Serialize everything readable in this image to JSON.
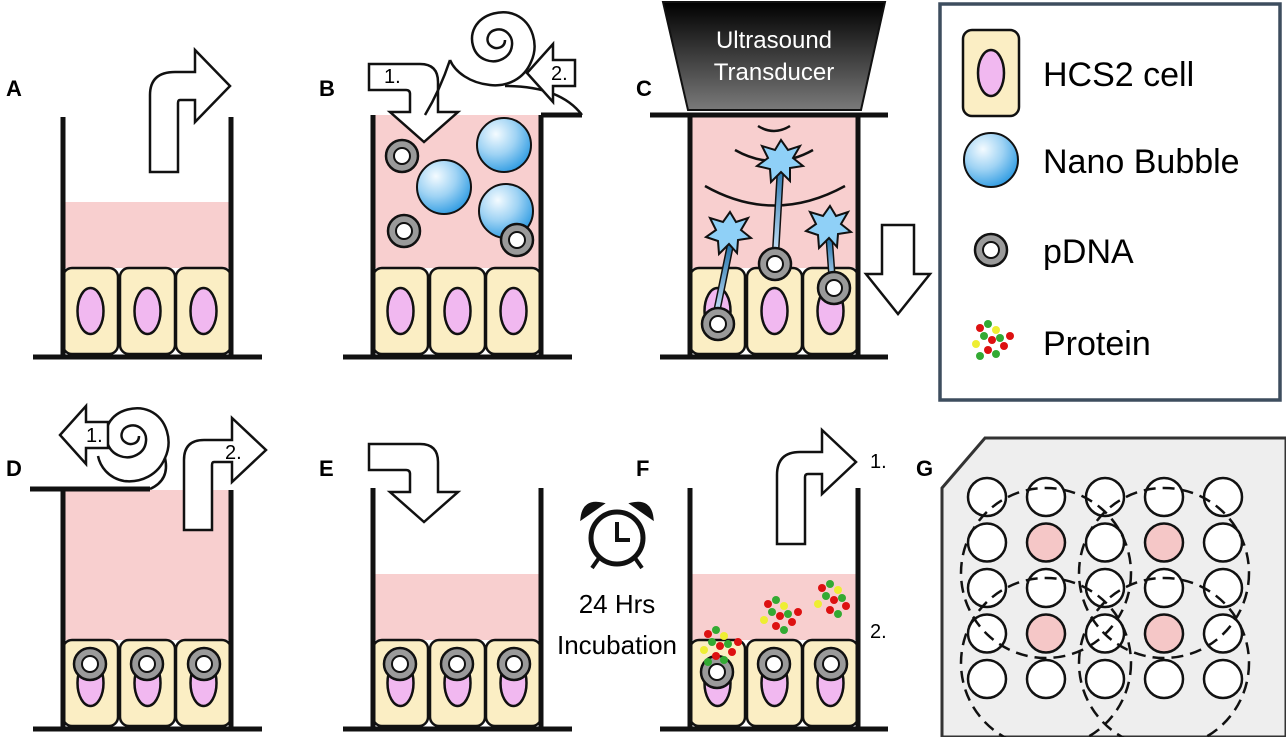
{
  "panels": {
    "A": "A",
    "B": "B",
    "C": "C",
    "D": "D",
    "E": "E",
    "F": "F",
    "G": "G"
  },
  "step_labels": {
    "b1": "1.",
    "b2": "2.",
    "d1": "1.",
    "d2": "2.",
    "f1": "1.",
    "f2": "2."
  },
  "transducer": {
    "line1": "Ultrasound",
    "line2": "Transducer"
  },
  "incubation": {
    "line1": "24 Hrs",
    "line2": "Incubation"
  },
  "legend": {
    "items": [
      {
        "icon": "hcs2-cell-icon",
        "label": "HCS2 cell"
      },
      {
        "icon": "nano-bubble-icon",
        "label": "Nano Bubble"
      },
      {
        "icon": "pdna-icon",
        "label": "pDNA"
      },
      {
        "icon": "protein-icon",
        "label": "Protein"
      }
    ]
  },
  "colors": {
    "medium": "#f8cfcf",
    "cell": "#fbeec4",
    "nucleus": "#f1b8f0",
    "bubble_light": "#e8f4fd",
    "bubble_dark": "#3aa6e6",
    "legend_border": "#3d4d5e",
    "plate": "#eeeeee",
    "plate_well_pink": "#f5c7c7"
  },
  "plate": {
    "rows": 5,
    "cols": 5,
    "pink_wells": [
      [
        1,
        1
      ],
      [
        1,
        3
      ],
      [
        3,
        1
      ],
      [
        3,
        3
      ]
    ]
  }
}
